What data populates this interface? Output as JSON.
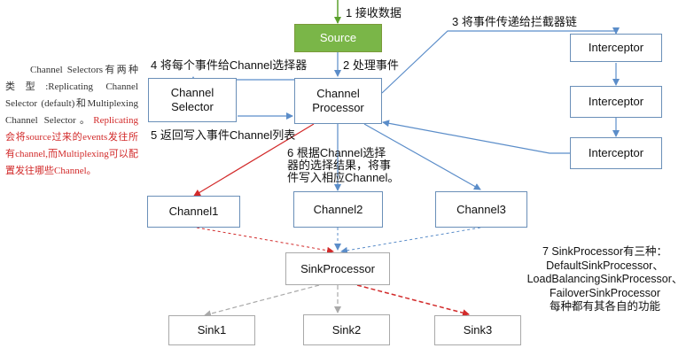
{
  "nodes": {
    "source": "Source",
    "channel_selector": [
      "Channel",
      "Selector"
    ],
    "channel_processor": [
      "Channel",
      "Processor"
    ],
    "interceptor_1": "Interceptor",
    "interceptor_2": "Interceptor",
    "interceptor_3": "Interceptor",
    "channel1": "Channel1",
    "channel2": "Channel2",
    "channel3": "Channel3",
    "sink_processor": "SinkProcessor",
    "sink1": "Sink1",
    "sink2": "Sink2",
    "sink3": "Sink3"
  },
  "steps": {
    "step1": "1 接收数据",
    "step2": "2 处理事件",
    "step3": "3 将事件传递给拦截器链",
    "step4": "4 将每个事件给Channel选择器",
    "step5": "5 返回写入事件Channel列表",
    "step6": [
      "6 根据Channel选择",
      "器的选择结果，将事",
      "件写入相应Channel。"
    ],
    "step7": [
      "7 SinkProcessor有三种：",
      "DefaultSinkProcessor、",
      "LoadBalancingSinkProcessor、",
      "FailoverSinkProcessor",
      "每种都有其各自的功能"
    ]
  },
  "side_note": {
    "part1": "Channel Selectors有两种类型:Replicating Channel Selector (default)和Multiplexing Channel Selector。",
    "part2": "Replicating 会将source过来的events发往所有channel,而Multiplexing可以配置发往哪些Channel。"
  },
  "colors": {
    "flow_blue": "#5b8dc9",
    "flow_red": "#d22a2a",
    "flow_gray": "#a9a9a9",
    "source_green": "#7ab648",
    "box_border": "#6a8fb8"
  }
}
